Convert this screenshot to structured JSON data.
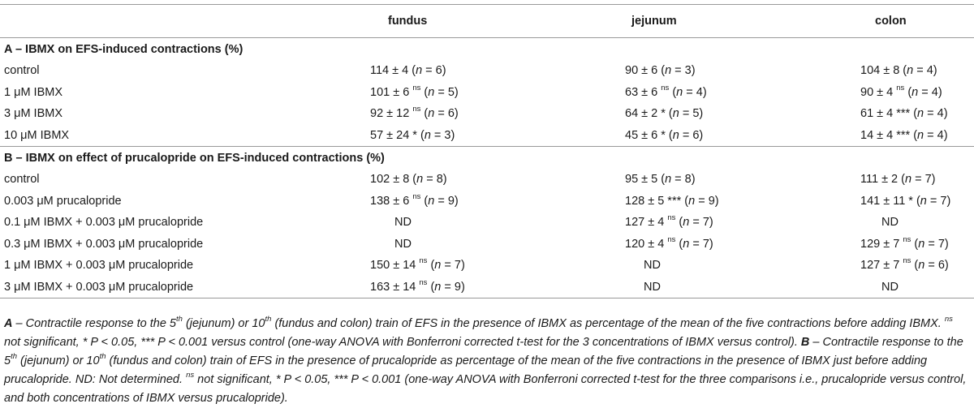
{
  "columns": [
    "fundus",
    "jejunum",
    "colon"
  ],
  "sectionA": {
    "title": "A – IBMX on EFS-induced contractions (%)",
    "rows": [
      {
        "label": "control",
        "cells": [
          {
            "v": "114 ± 4 (",
            "n": "n",
            "rest": " = 6)"
          },
          {
            "v": "90 ± 6 (",
            "n": "n",
            "rest": " = 3)"
          },
          {
            "v": "104 ± 8 (",
            "n": "n",
            "rest": " = 4)"
          }
        ]
      },
      {
        "label": "1 μM IBMX",
        "cells": [
          {
            "v": "101 ± 6 ",
            "sup": "ns",
            "v2": " (",
            "n": "n",
            "rest": " = 5)"
          },
          {
            "v": "63 ± 6 ",
            "sup": "ns",
            "v2": " (",
            "n": "n",
            "rest": " = 4)"
          },
          {
            "v": "90 ± 4 ",
            "sup": "ns",
            "v2": " (",
            "n": "n",
            "rest": " = 4)"
          }
        ]
      },
      {
        "label": "3 μM IBMX",
        "cells": [
          {
            "v": " 92 ± 12 ",
            "sup": "ns",
            "v2": " (",
            "n": "n",
            "rest": " = 6)"
          },
          {
            "v": "64 ± 2 * (",
            "n": "n",
            "rest": " = 5)"
          },
          {
            "v": " 61 ± 4 *** (",
            "n": "n",
            "rest": " = 4)"
          }
        ]
      },
      {
        "label": "10 μM IBMX",
        "cells": [
          {
            "v": " 57 ± 24 * (",
            "n": "n",
            "rest": " = 3)"
          },
          {
            "v": "45 ± 6 * (",
            "n": "n",
            "rest": " = 6)"
          },
          {
            "v": " 14 ± 4 *** (",
            "n": "n",
            "rest": " = 4)"
          }
        ]
      }
    ]
  },
  "sectionB": {
    "title": "B – IBMX on effect of prucalopride on EFS-induced contractions (%)",
    "rows": [
      {
        "label": "control",
        "cells": [
          {
            "v": "102 ± 8 (",
            "n": "n",
            "rest": " = 8)"
          },
          {
            "v": "95 ± 5 (",
            "n": "n",
            "rest": " = 8)"
          },
          {
            "v": "111 ± 2 (",
            "n": "n",
            "rest": " = 7)"
          }
        ]
      },
      {
        "label": "0.003 μM prucalopride",
        "cells": [
          {
            "v": "138 ± 6 ",
            "sup": "ns",
            "v2": " (",
            "n": "n",
            "rest": " = 9)"
          },
          {
            "v": "128 ± 5 *** (",
            "n": "n",
            "rest": " = 9)"
          },
          {
            "v": "141 ± 11 * (",
            "n": "n",
            "rest": " = 7)"
          }
        ]
      },
      {
        "label": "0.1 μM IBMX + 0.003 μM prucalopride",
        "cells": [
          {
            "nd": "ND"
          },
          {
            "v": "127 ± 4 ",
            "sup": "ns",
            "v2": " (",
            "n": "n",
            "rest": " = 7)"
          },
          {
            "nd": "ND"
          }
        ]
      },
      {
        "label": "0.3 μM IBMX + 0.003 μM prucalopride",
        "cells": [
          {
            "nd": "ND"
          },
          {
            "v": "120 ± 4 ",
            "sup": "ns",
            "v2": " (",
            "n": "n",
            "rest": " = 7)"
          },
          {
            "v": "129 ± 7 ",
            "sup": "ns",
            "v2": " (",
            "n": "n",
            "rest": " = 7)"
          }
        ]
      },
      {
        "label": "1 μM IBMX + 0.003 μM prucalopride",
        "cells": [
          {
            "v": "150 ± 14 ",
            "sup": "ns",
            "v2": " (",
            "n": "n",
            "rest": " = 7)"
          },
          {
            "nd": "ND"
          },
          {
            "v": "127 ± 7 ",
            "sup": "ns",
            "v2": " (",
            "n": "n",
            "rest": " = 6)"
          }
        ]
      },
      {
        "label": "3 μM IBMX + 0.003 μM prucalopride",
        "cells": [
          {
            "v": "163 ± 14 ",
            "sup": "ns",
            "v2": " (",
            "n": "n",
            "rest": " = 9)"
          },
          {
            "nd": "ND"
          },
          {
            "nd": "ND"
          }
        ]
      }
    ]
  },
  "footnote": {
    "a_label": "A",
    "a_p1": " – Contractile response to the 5",
    "th": "th",
    "a_p2": " (jejunum) or 10",
    "a_p3": " (fundus and colon) train of EFS in the presence of IBMX as percentage of the mean of the five contractions before adding IBMX. ",
    "ns": "ns",
    "a_p4": " not significant, * P < 0.05, *** P < 0.001 versus control (one-way ANOVA with Bonferroni corrected t-test for the 3 concentrations of IBMX versus control). ",
    "b_label": "B",
    "b_p1": " – Contractile response to the 5",
    "b_p2": " (jejunum) or 10",
    "b_p3": " (fundus and colon) train of EFS in the presence of prucalopride as percentage of the mean of the five contractions in the presence of IBMX just before adding prucalopride. ND: Not determined. ",
    "b_p4": " not significant, * P < 0.05, *** P < 0.001 (one-way ANOVA with Bonferroni corrected t-test for the three comparisons i.e., prucalopride versus control, and both concentrations of IBMX versus prucalopride)."
  }
}
